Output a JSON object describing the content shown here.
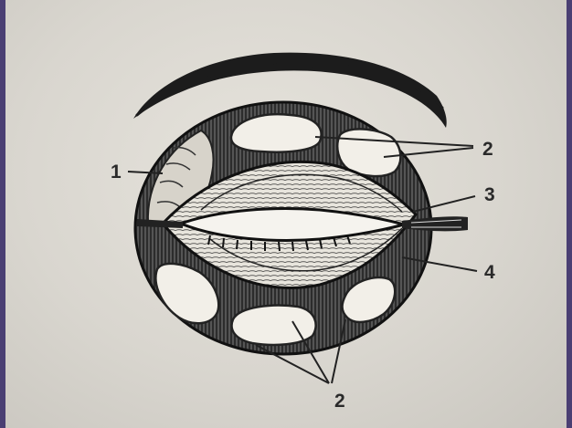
{
  "figure": {
    "labels": {
      "l1": "1",
      "l2_top": "2",
      "l3": "3",
      "l4": "4",
      "l2_bottom": "2"
    }
  }
}
